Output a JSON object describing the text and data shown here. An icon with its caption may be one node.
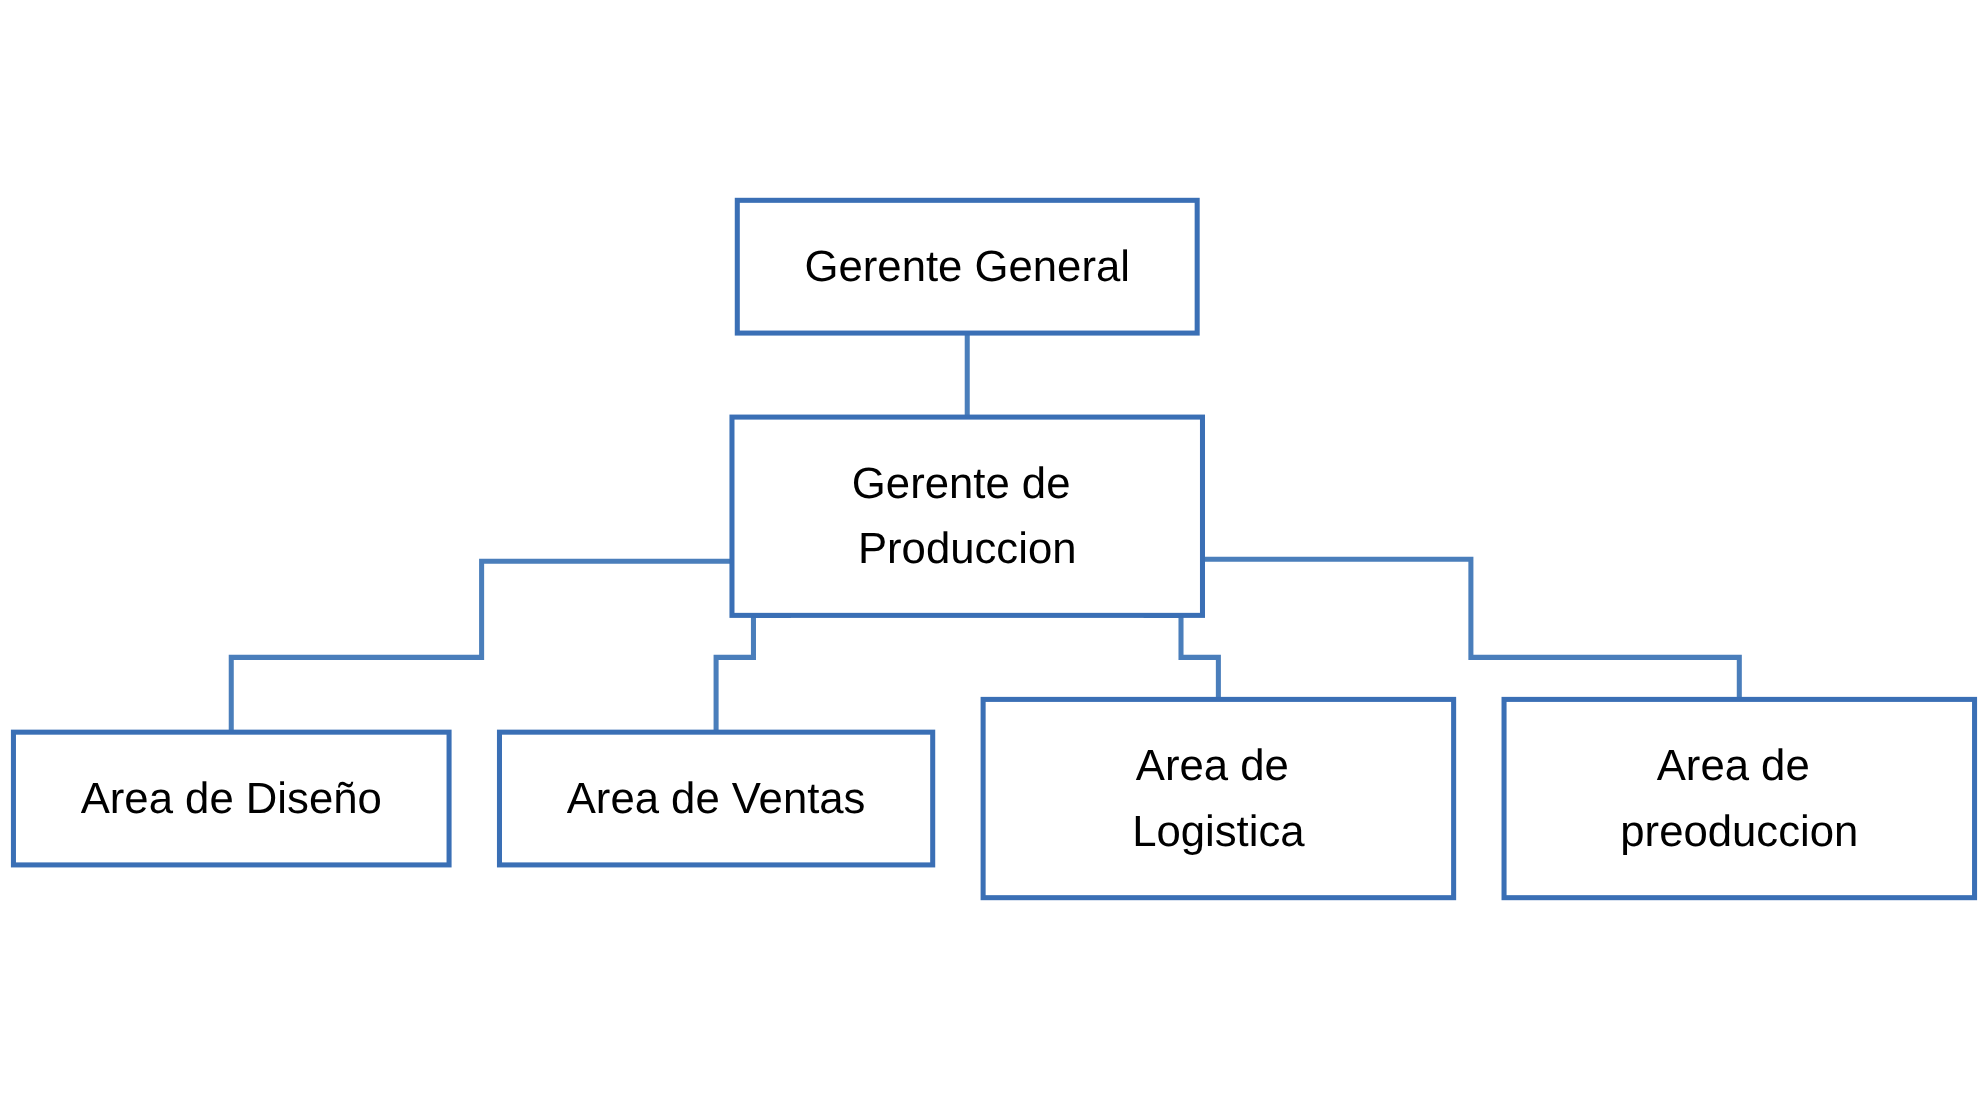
{
  "diagram": {
    "nodes": [
      {
        "text": [
          "Gerente General"
        ]
      },
      {
        "text": [
          "Gerente de Produccion"
        ]
      },
      {
        "text": [
          "Area de Diseño"
        ]
      },
      {
        "text": [
          "Area de Ventas"
        ]
      },
      {
        "text": [
          "Area de Logistica"
        ]
      },
      {
        "text": [
          "Area de preoduccion"
        ]
      }
    ],
    "edges": [
      {
        "from": 0,
        "to": 1,
        "arrow": "none"
      },
      {
        "from": 1,
        "to": 2,
        "arrow": "none"
      },
      {
        "from": 1,
        "to": 3,
        "arrow": "none"
      },
      {
        "from": 1,
        "to": 4,
        "arrow": "none"
      },
      {
        "from": 1,
        "to": 5,
        "arrow": "none"
      }
    ]
  }
}
